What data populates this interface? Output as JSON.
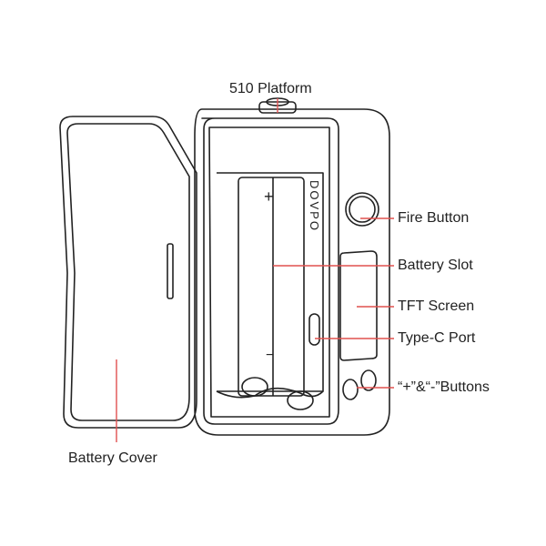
{
  "labels": {
    "platform": "510 Platform",
    "fire_button": "Fire Button",
    "battery_slot": "Battery Slot",
    "tft_screen": "TFT Screen",
    "type_c_port": "Type-C Port",
    "buttons": "“+”&“-”Buttons",
    "battery_cover": "Battery Cover"
  },
  "brand": "DOVPO",
  "battery_marks": {
    "plus": "+",
    "minus": "−"
  },
  "colors": {
    "callout": "#e0504f",
    "outline": "#222222"
  }
}
